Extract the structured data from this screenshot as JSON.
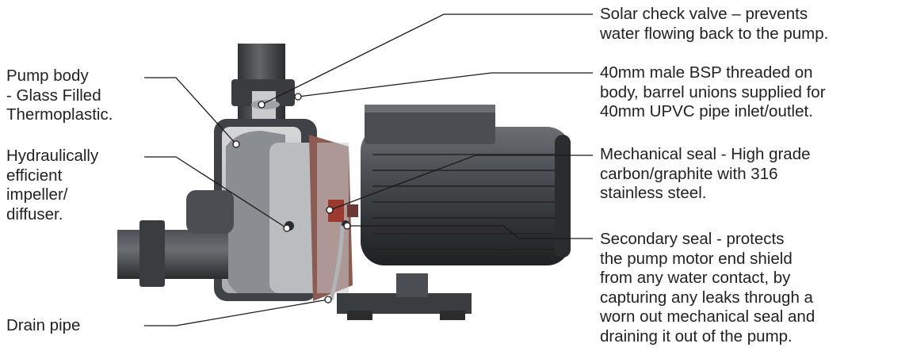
{
  "labels": {
    "pump_body": "Pump body\n- Glass Filled\nThermoplastic.",
    "impeller": "Hydraulically\nefficient\nimpeller/\ndiffuser.",
    "drain_pipe": "Drain pipe",
    "check_valve": "Solar check valve – prevents\nwater flowing back to the pump.",
    "bsp_thread": "40mm male BSP threaded on\nbody, barrel unions supplied for\n40mm UPVC pipe inlet/outlet.",
    "mechanical_seal": "Mechanical seal - High grade\ncarbon/graphite with 316\nstainless steel.",
    "secondary_seal": "Secondary seal - protects\nthe pump motor end shield\nfrom any water contact, by\ncapturing any leaks through a\nworn out mechanical seal and\ndraining it out of the pump."
  },
  "colors": {
    "text": "#222222",
    "leader_line": "#1a1a1a",
    "pump_dark": "#3a3d40",
    "pump_mid": "#5c6064",
    "pump_light": "#8a8e92",
    "cutaway": "#c9cbcd",
    "seal_accent": "#9c3a2e",
    "drain_tube": "#aeb4b8"
  }
}
